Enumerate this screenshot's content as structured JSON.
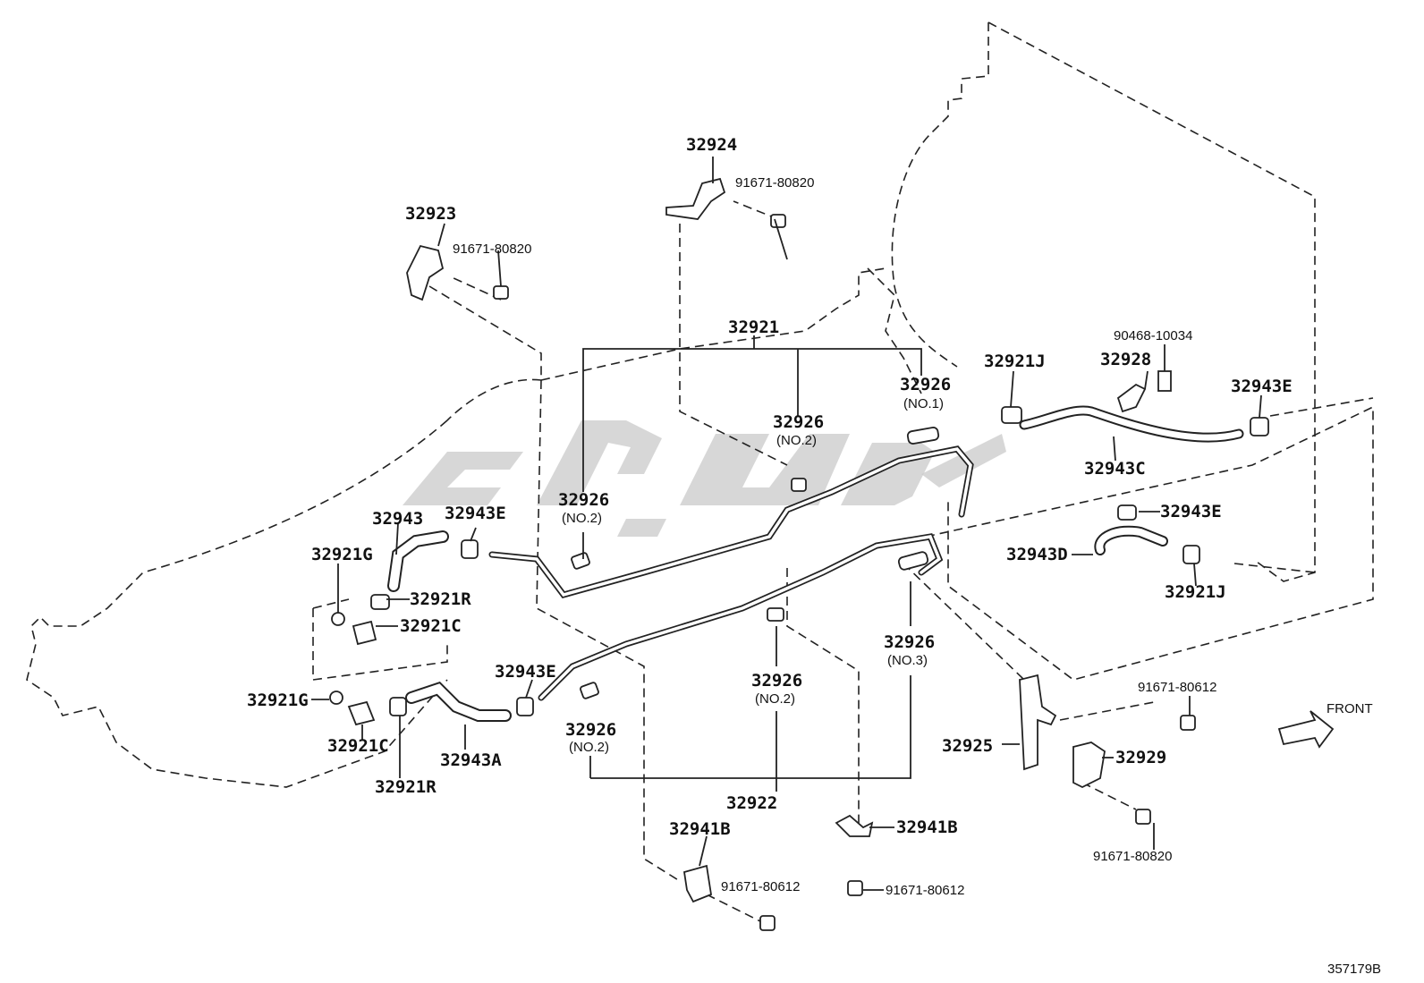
{
  "parts": [
    {
      "id": "p32924",
      "num": "32924"
    },
    {
      "id": "p32924_bolt",
      "num": "91671-80820"
    },
    {
      "id": "p32923",
      "num": "32923"
    },
    {
      "id": "p32923_bolt",
      "num": "91671-80820"
    },
    {
      "id": "p32921",
      "num": "32921"
    },
    {
      "id": "p90468",
      "num": "90468-10034"
    },
    {
      "id": "p32928",
      "num": "32928"
    },
    {
      "id": "p32921J_top",
      "num": "32921J"
    },
    {
      "id": "p32943E_top",
      "num": "32943E"
    },
    {
      "id": "p32926_no1",
      "num": "32926",
      "note": "(NO.1)"
    },
    {
      "id": "p32926_no2_mid",
      "num": "32926",
      "note": "(NO.2)"
    },
    {
      "id": "p32943C",
      "num": "32943C"
    },
    {
      "id": "p32926_no2_left",
      "num": "32926",
      "note": "(NO.2)"
    },
    {
      "id": "p32943",
      "num": "32943"
    },
    {
      "id": "p32943E_left",
      "num": "32943E"
    },
    {
      "id": "p32943E_right",
      "num": "32943E"
    },
    {
      "id": "p32921G_top",
      "num": "32921G"
    },
    {
      "id": "p32921R_top",
      "num": "32921R"
    },
    {
      "id": "p32921C_top",
      "num": "32921C"
    },
    {
      "id": "p32943D",
      "num": "32943D"
    },
    {
      "id": "p32921J_bottom",
      "num": "32921J"
    },
    {
      "id": "p32926_no3",
      "num": "32926",
      "note": "(NO.3)"
    },
    {
      "id": "p32943E_low",
      "num": "32943E"
    },
    {
      "id": "p32926_no2_low_mid",
      "num": "32926",
      "note": "(NO.2)"
    },
    {
      "id": "p32921G_bottom",
      "num": "32921G"
    },
    {
      "id": "p32921C_bottom",
      "num": "32921C"
    },
    {
      "id": "p32926_no2_low_left",
      "num": "32926",
      "note": "(NO.2)"
    },
    {
      "id": "p32943A",
      "num": "32943A"
    },
    {
      "id": "p32921R_bottom",
      "num": "32921R"
    },
    {
      "id": "p32922",
      "num": "32922"
    },
    {
      "id": "p91671_80612_r",
      "num": "91671-80612"
    },
    {
      "id": "p32925",
      "num": "32925"
    },
    {
      "id": "p32929",
      "num": "32929"
    },
    {
      "id": "p91671_80820_r",
      "num": "91671-80820"
    },
    {
      "id": "p32941B_left",
      "num": "32941B"
    },
    {
      "id": "p32941B_right",
      "num": "32941B"
    },
    {
      "id": "p91671_80612_bl",
      "num": "91671-80612"
    },
    {
      "id": "p91671_80612_bm",
      "num": "91671-80612"
    }
  ],
  "direction_label": "FRONT",
  "diagram_id": "357179B"
}
